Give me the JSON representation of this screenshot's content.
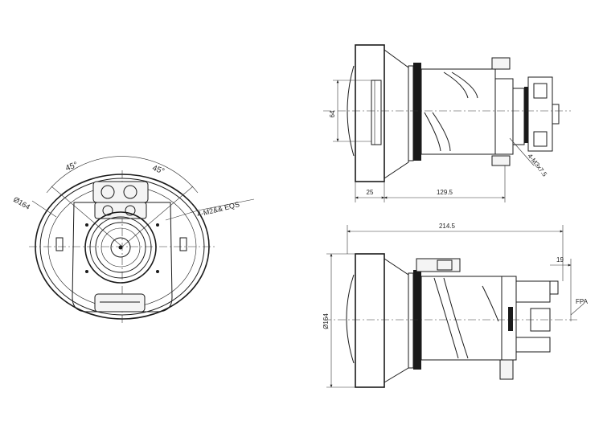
{
  "front_view": {
    "angle_left": "45°",
    "angle_right": "45°",
    "diameter": "Ø164",
    "bolt_note": "4-M2&& EQS"
  },
  "side_view_top": {
    "dim_height": "64",
    "dim_flange": "25",
    "dim_length": "129.5",
    "screw_note": "4-M3x7.5"
  },
  "side_view_bottom": {
    "dim_overall": "214.5",
    "dim_back": "19",
    "dim_diameter": "Ø164",
    "fpa_label": "FPA"
  }
}
